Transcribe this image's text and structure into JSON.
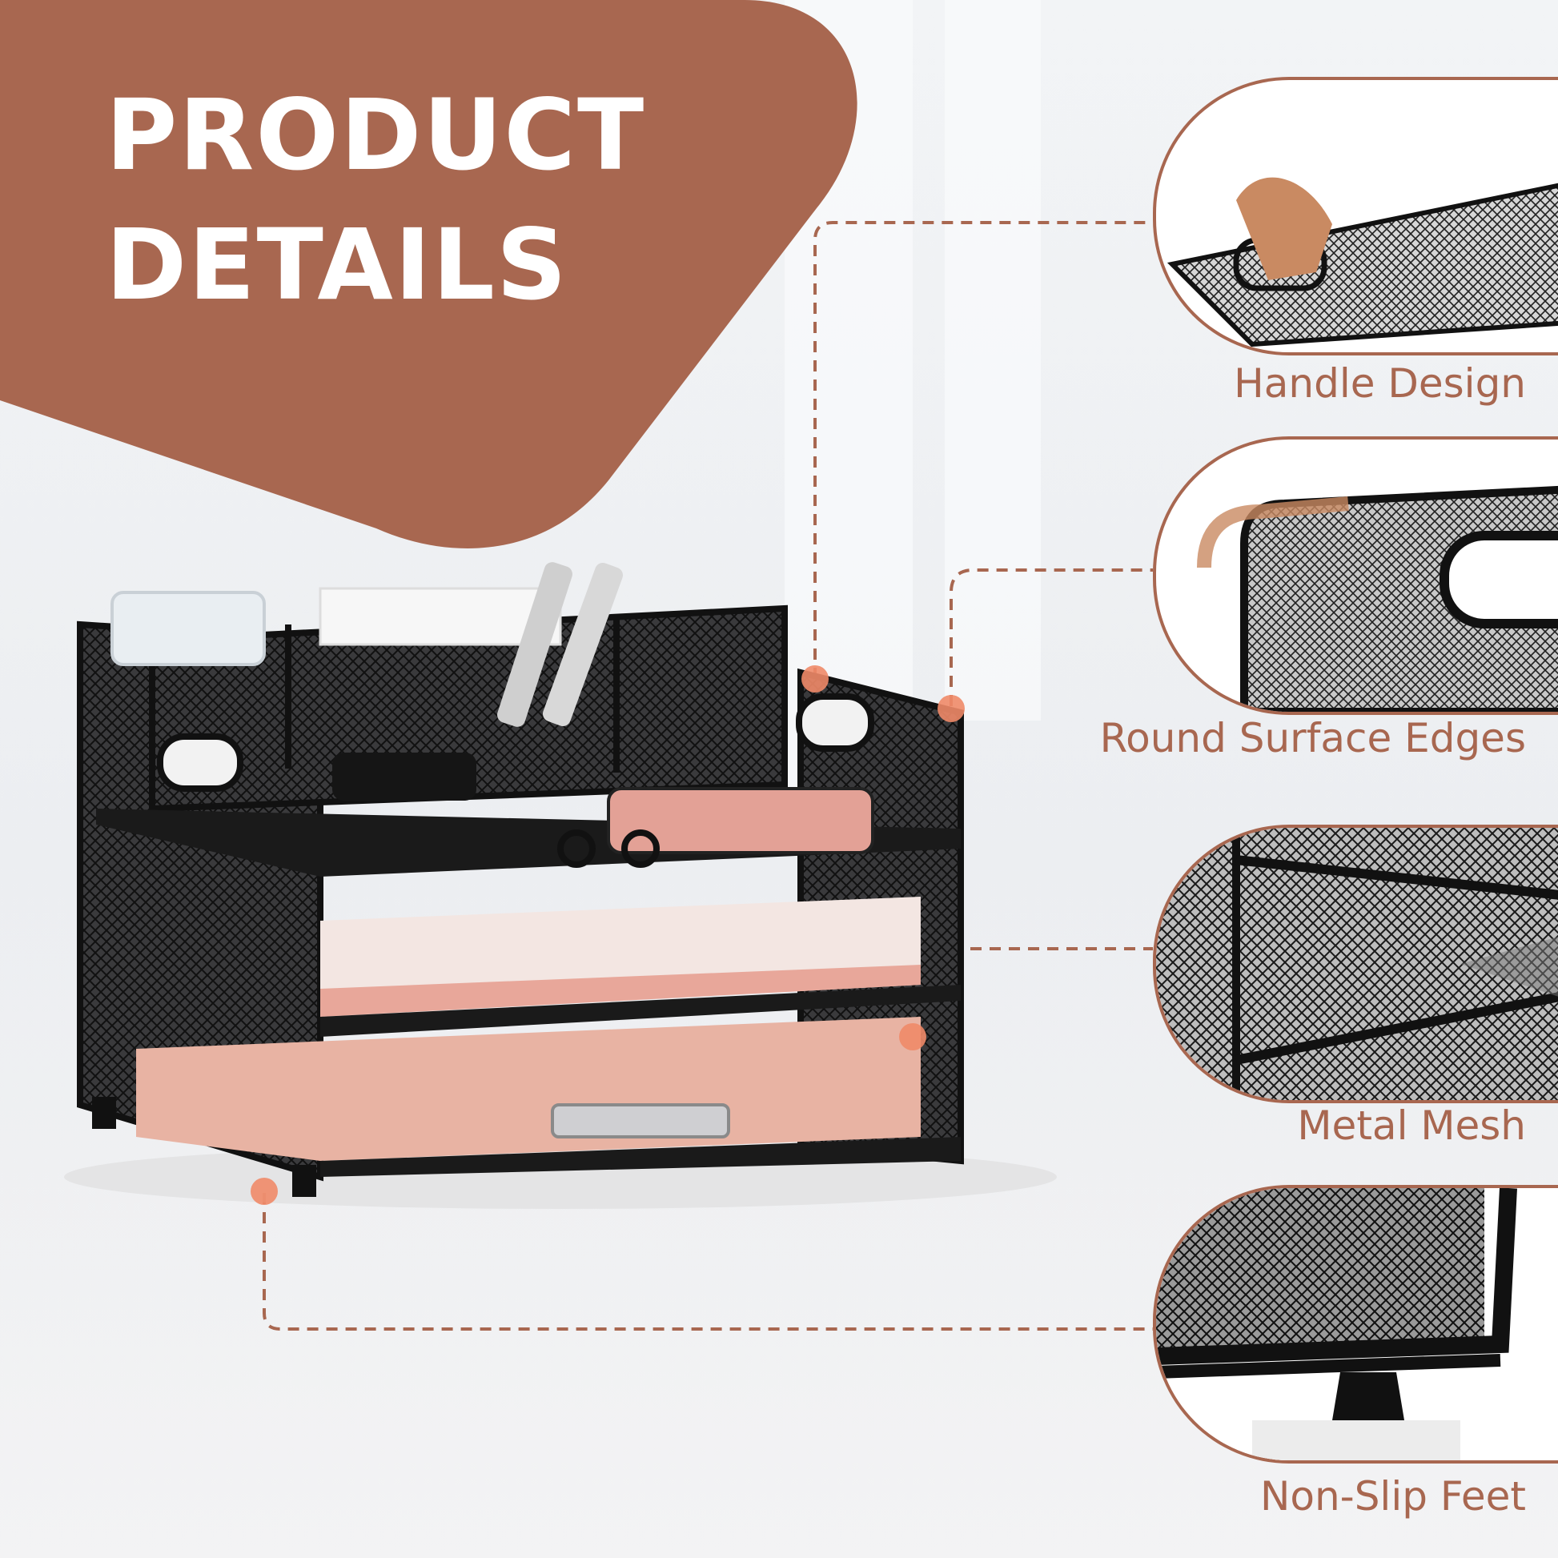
{
  "headline": {
    "line1": "PRODUCT",
    "line2": "DETAILS"
  },
  "colors": {
    "brand": "#a86750",
    "dot": "#ef8a68",
    "metal": "#1a1a1a",
    "paper_pink": "#e8a79a"
  },
  "features": [
    {
      "label": "Handle Design",
      "icon": "handle-icon"
    },
    {
      "label": "Round Surface Edges",
      "icon": "round-edge-icon"
    },
    {
      "label": "Metal Mesh",
      "icon": "mesh-icon"
    },
    {
      "label": "Non-Slip Feet",
      "icon": "feet-icon"
    }
  ]
}
